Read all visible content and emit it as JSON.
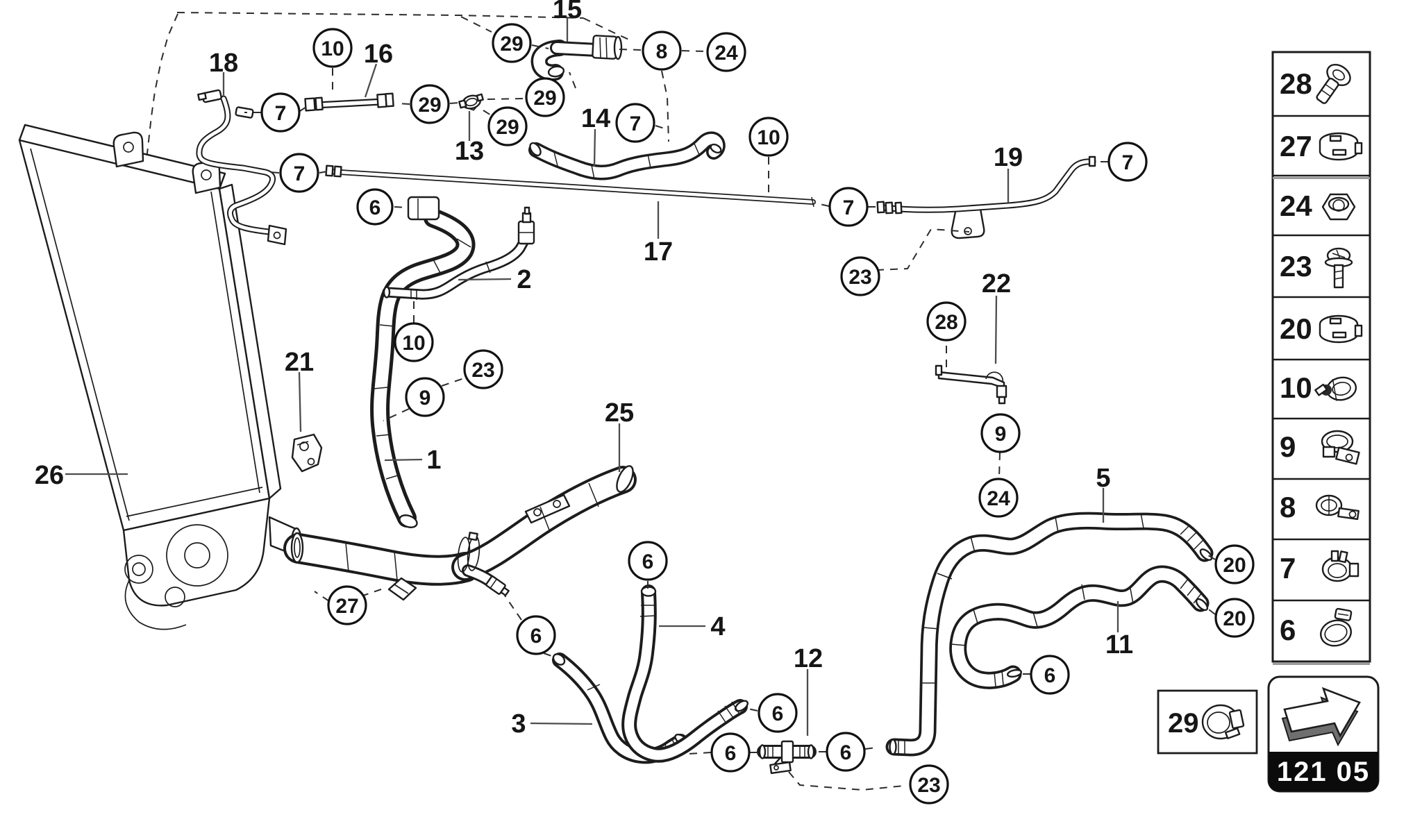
{
  "page": {
    "background": "#ffffff",
    "ink": "#1c1c1c",
    "code": "121 05"
  },
  "badge": {
    "code": "121 05",
    "icon": "nav-arrow-icon"
  },
  "legend": {
    "label": "29",
    "icon": "profile-clamp-icon"
  },
  "sidebar": {
    "items": [
      {
        "id": "28",
        "label": "28",
        "icon": "socket-bolt-icon"
      },
      {
        "id": "27",
        "label": "27",
        "icon": "band-clamp-icon"
      },
      {
        "id": "24",
        "label": "24",
        "icon": "lock-nut-icon"
      },
      {
        "id": "23",
        "label": "23",
        "icon": "pan-screw-icon"
      },
      {
        "id": "20",
        "label": "20",
        "icon": "band-clamp-icon"
      },
      {
        "id": "10",
        "label": "10",
        "icon": "screw-clamp-icon"
      },
      {
        "id": "9",
        "label": "9",
        "icon": "bracket-clamp-icon"
      },
      {
        "id": "8",
        "label": "8",
        "icon": "eyelet-clamp-icon"
      },
      {
        "id": "7",
        "label": "7",
        "icon": "spring-clamp-icon"
      },
      {
        "id": "6",
        "label": "6",
        "icon": "worm-clamp-icon"
      }
    ]
  },
  "callouts": {
    "c10a": {
      "label": "10"
    },
    "c29a": {
      "label": "29"
    },
    "c8": {
      "label": "8"
    },
    "c24a": {
      "label": "24"
    },
    "c29b": {
      "label": "29"
    },
    "c29c": {
      "label": "29"
    },
    "c29d": {
      "label": "29"
    },
    "c7a": {
      "label": "7"
    },
    "c7c": {
      "label": "7"
    },
    "c10b": {
      "label": "10"
    },
    "c7b": {
      "label": "7"
    },
    "c6a": {
      "label": "6"
    },
    "c10c": {
      "label": "10"
    },
    "c23b": {
      "label": "23"
    },
    "c9a": {
      "label": "9"
    },
    "c7d": {
      "label": "7"
    },
    "c7e": {
      "label": "7"
    },
    "c23a": {
      "label": "23"
    },
    "c28b": {
      "label": "28"
    },
    "c9b": {
      "label": "9"
    },
    "c24b": {
      "label": "24"
    },
    "c27": {
      "label": "27"
    },
    "c6b": {
      "label": "6"
    },
    "c6c": {
      "label": "6"
    },
    "c6e": {
      "label": "6"
    },
    "c6d": {
      "label": "6"
    },
    "c6f": {
      "label": "6"
    },
    "c23c": {
      "label": "23"
    },
    "c20a": {
      "label": "20"
    },
    "c20b": {
      "label": "20"
    },
    "c6g": {
      "label": "6"
    }
  },
  "labels": {
    "l18": {
      "label": "18"
    },
    "l16": {
      "label": "16"
    },
    "l15": {
      "label": "15"
    },
    "l13": {
      "label": "13"
    },
    "l14": {
      "label": "14"
    },
    "l17": {
      "label": "17"
    },
    "l19": {
      "label": "19"
    },
    "l22": {
      "label": "22"
    },
    "l5": {
      "label": "5"
    },
    "l2": {
      "label": "2"
    },
    "l1": {
      "label": "1"
    },
    "l25": {
      "label": "25"
    },
    "l21": {
      "label": "21"
    },
    "l26": {
      "label": "26"
    },
    "l4": {
      "label": "4"
    },
    "l3": {
      "label": "3"
    },
    "l12": {
      "label": "12"
    },
    "l11": {
      "label": "11"
    }
  }
}
